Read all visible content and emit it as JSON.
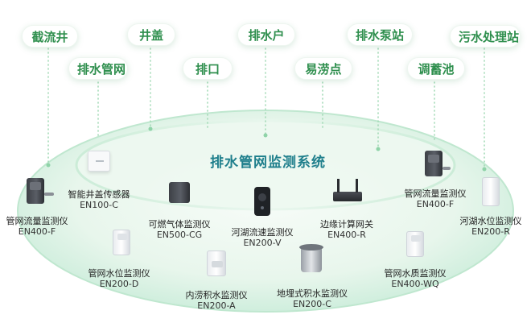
{
  "top_pills": [
    {
      "label": "截流井"
    },
    {
      "label": "井盖"
    },
    {
      "label": "排水户"
    },
    {
      "label": "排水泵站"
    },
    {
      "label": "污水处理站"
    },
    {
      "label": "排水管网"
    },
    {
      "label": "排口"
    },
    {
      "label": "易涝点"
    },
    {
      "label": "调蓄池"
    }
  ],
  "system_title": "排水管网监测系统",
  "devices": [
    {
      "name": "智能井盖传感器",
      "model": "EN100-C",
      "icon": "manhole-cover-sensor-icon"
    },
    {
      "name": "管网流量监测仪",
      "model": "EN400-F",
      "icon": "flow-meter-icon"
    },
    {
      "name": "可燃气体监测仪",
      "model": "EN500-CG",
      "icon": "gas-detector-icon"
    },
    {
      "name": "河湖流速监测仪",
      "model": "EN200-V",
      "icon": "velocity-meter-icon"
    },
    {
      "name": "边缘计算网关",
      "model": "EN400-R",
      "icon": "gateway-icon"
    },
    {
      "name": "管网流量监测仪",
      "model": "EN400-F",
      "icon": "flow-meter-icon"
    },
    {
      "name": "河湖水位监测仪",
      "model": "EN200-R",
      "icon": "water-level-radar-icon"
    },
    {
      "name": "管网水位监测仪",
      "model": "EN200-D",
      "icon": "level-meter-icon"
    },
    {
      "name": "内涝积水监测仪",
      "model": "EN200-A",
      "icon": "waterlogging-meter-icon"
    },
    {
      "name": "地埋式积水监测仪",
      "model": "EN200-C",
      "icon": "buried-sensor-icon"
    },
    {
      "name": "管网水质监测仪",
      "model": "EN400-WQ",
      "icon": "water-quality-meter-icon"
    }
  ],
  "colors": {
    "pill_text": "#2f8f4e",
    "title": "#1f7f8c",
    "ellipse": "#dff3e6"
  }
}
